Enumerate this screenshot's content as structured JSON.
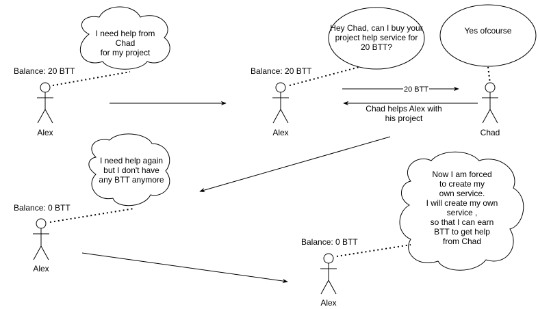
{
  "scene1": {
    "balance": "Balance: 20 BTT",
    "actor": "Alex",
    "thought": [
      "I need help from",
      "Chad",
      "for my project"
    ]
  },
  "scene2": {
    "balance": "Balance: 20 BTT",
    "actor_alex": "Alex",
    "actor_chad": "Chad",
    "alex_bubble": [
      "Hey Chad, can I buy your",
      "project help service for",
      "20 BTT?"
    ],
    "chad_bubble": "Yes ofcourse",
    "payment_label": "20 BTT",
    "service_label": [
      "Chad helps Alex with",
      "his project"
    ]
  },
  "scene3": {
    "balance": "Balance: 0 BTT",
    "actor": "Alex",
    "thought": [
      "I need help again",
      "but I don't have",
      "any BTT anymore"
    ]
  },
  "scene4": {
    "balance": "Balance: 0 BTT",
    "actor": "Alex",
    "thought": [
      "Now I am forced",
      "to create my",
      "own service.",
      "I will create my own",
      "service ,",
      "so that I can earn",
      "BTT to get help",
      "from Chad"
    ]
  }
}
